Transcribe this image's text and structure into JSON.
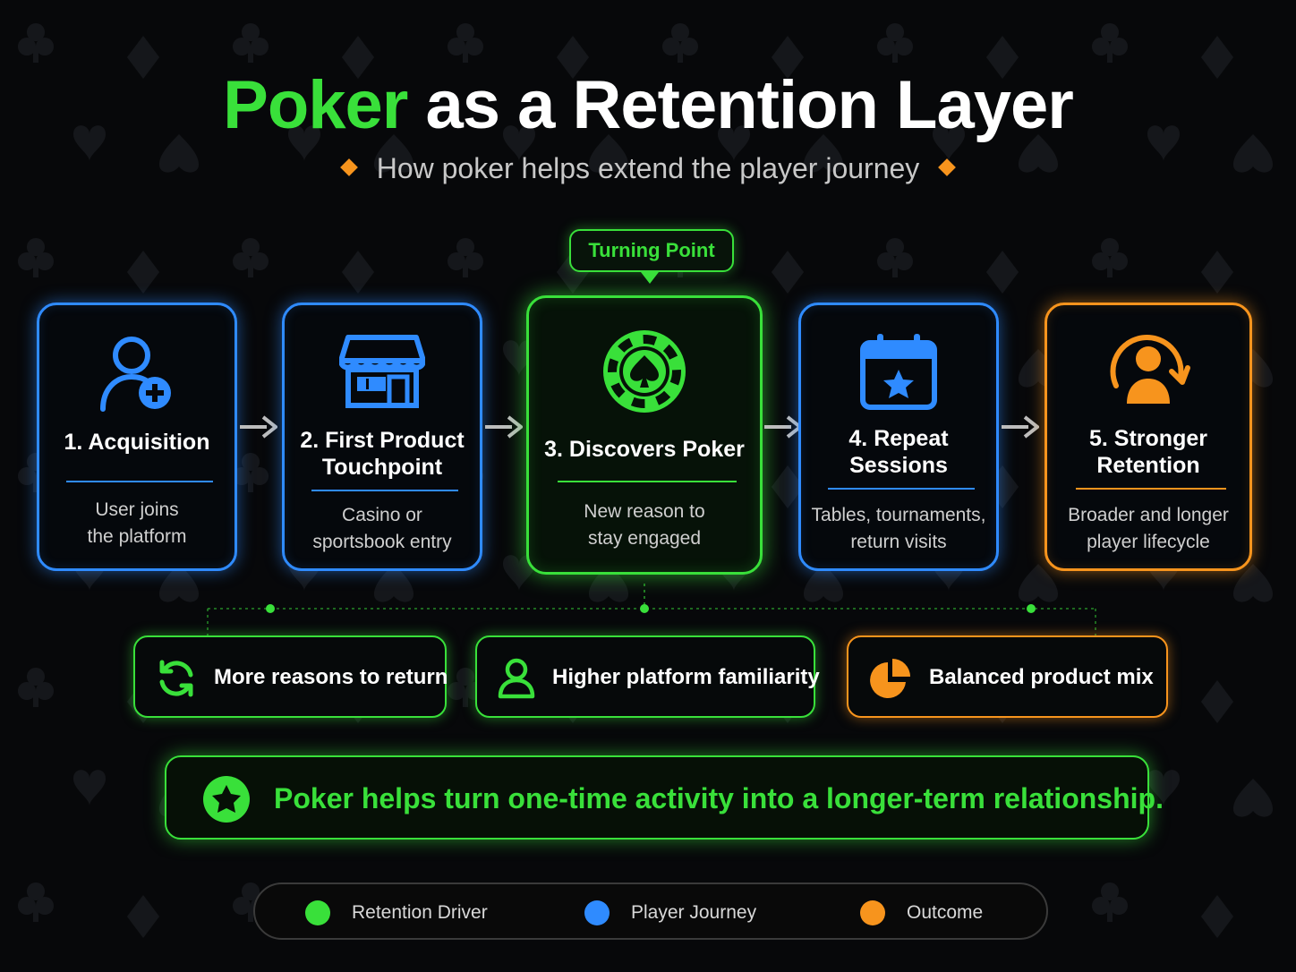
{
  "title": {
    "accent": "Poker",
    "rest": "as a Retention Layer"
  },
  "subtitle": "How poker helps extend the player journey",
  "turning_point": "Turning Point",
  "steps": [
    {
      "heading_1": "1. Acquisition",
      "heading_2": "",
      "desc_1": "User joins",
      "desc_2": "the platform",
      "icon": "user-add-icon",
      "color": "#2f8bff"
    },
    {
      "heading_1": "2. First Product",
      "heading_2": "Touchpoint",
      "desc_1": "Casino or",
      "desc_2": "sportsbook entry",
      "icon": "storefront-icon",
      "color": "#2f8bff"
    },
    {
      "heading_1": "3. Discovers Poker",
      "heading_2": "",
      "desc_1": "New reason to",
      "desc_2": "stay engaged",
      "icon": "poker-chip-spade-icon",
      "color": "#39e03a"
    },
    {
      "heading_1": "4. Repeat",
      "heading_2": "Sessions",
      "desc_1": "Tables, tournaments,",
      "desc_2": "return visits",
      "icon": "calendar-star-icon",
      "color": "#2f8bff"
    },
    {
      "heading_1": "5. Stronger",
      "heading_2": "Retention",
      "desc_1": "Broader and longer",
      "desc_2": "player lifecycle",
      "icon": "user-cycle-icon",
      "color": "#f7941d"
    }
  ],
  "benefits": [
    {
      "label": "More reasons to return",
      "icon": "refresh-icon",
      "color": "#39e03a"
    },
    {
      "label": "Higher platform familiarity",
      "icon": "user-icon",
      "color": "#39e03a"
    },
    {
      "label": "Balanced product mix",
      "icon": "pie-chart-icon",
      "color": "#f7941d"
    }
  ],
  "banner": {
    "text": "Poker helps turn one-time activity into a longer-term relationship.",
    "icon": "star-badge-icon"
  },
  "legend": [
    {
      "label": "Retention Driver",
      "color": "#39e03a"
    },
    {
      "label": "Player Journey",
      "color": "#2f8bff"
    },
    {
      "label": "Outcome",
      "color": "#f7941d"
    }
  ],
  "colors": {
    "green": "#39e03a",
    "blue": "#2f8bff",
    "orange": "#f7941d",
    "background": "#07080a"
  }
}
